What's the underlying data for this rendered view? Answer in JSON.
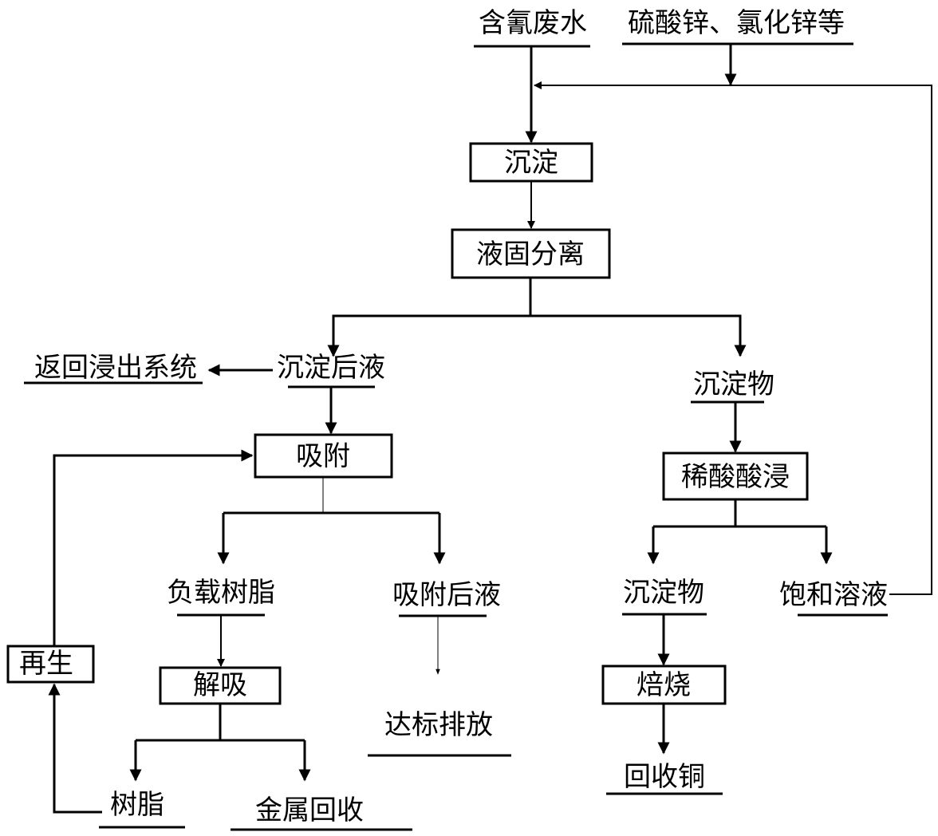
{
  "inputs": {
    "wastewater": "含氰废水",
    "reagents": "硫酸锌、氯化锌等"
  },
  "processes": {
    "precipitation": "沉淀",
    "liquid_solid_separation": "液固分离",
    "adsorption": "吸附",
    "desorption": "解吸",
    "regeneration": "再生",
    "dilute_acid_leach": "稀酸酸浸",
    "roasting": "焙烧"
  },
  "streams": {
    "post_precip_liquid": "沉淀后液",
    "return_system": "返回浸出系统",
    "precipitate_1": "沉淀物",
    "loaded_resin": "负载树脂",
    "post_adsorption_liquid": "吸附后液",
    "discharge": "达标排放",
    "resin": "树脂",
    "metal_recovery": "金属回收",
    "precipitate_2": "沉淀物",
    "saturated_solution": "饱和溶液",
    "copper_recovery": "回收铜"
  }
}
